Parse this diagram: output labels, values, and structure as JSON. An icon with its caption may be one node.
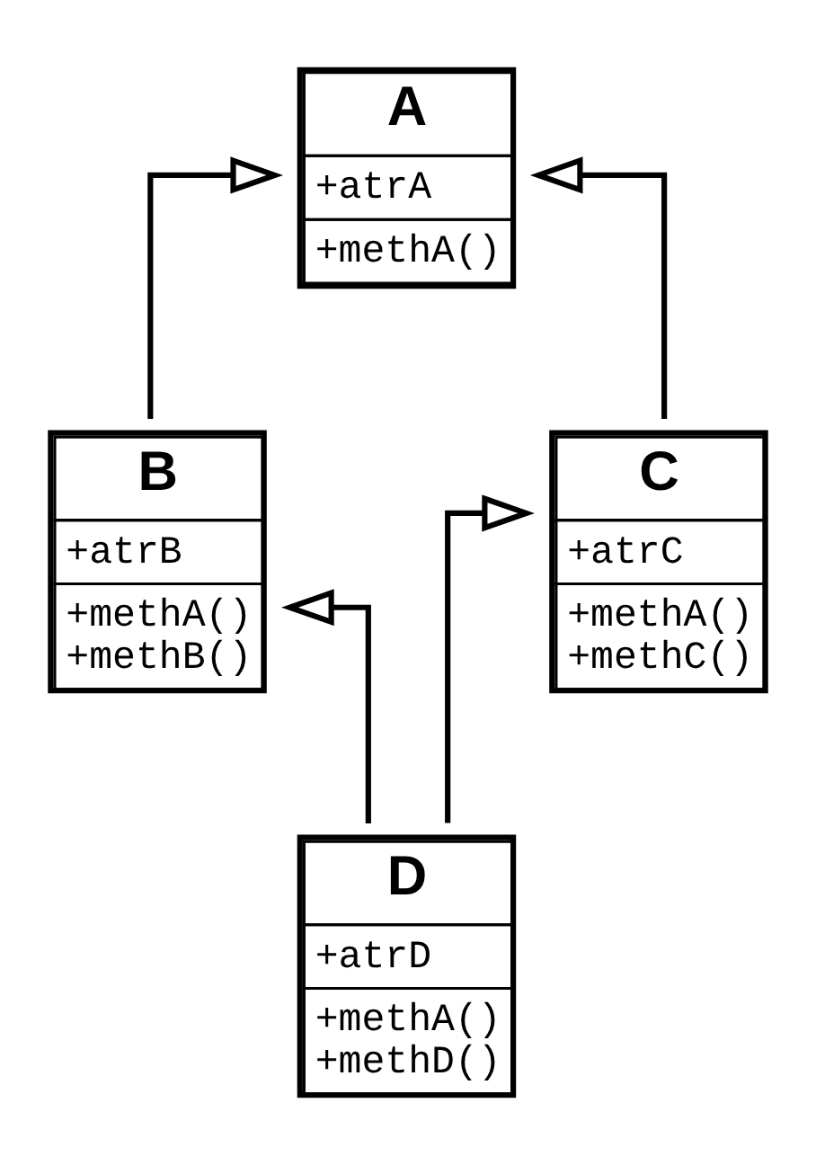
{
  "diagram": {
    "nodes": [
      {
        "text": [
          "A",
          "+atrA",
          "+methA()"
        ]
      },
      {
        "text": [
          "B",
          "+atrB",
          "+methA() +methB()"
        ]
      },
      {
        "text": [
          "C",
          "+atrC",
          "+methA() +methC()"
        ]
      },
      {
        "text": [
          "D",
          "+atrD",
          "+methA() +methD()"
        ]
      }
    ],
    "edges": [
      {
        "from": 1,
        "to": 0,
        "arrow": "to"
      },
      {
        "from": 2,
        "to": 0,
        "arrow": "to"
      },
      {
        "from": 3,
        "to": 1,
        "arrow": "to"
      },
      {
        "from": 3,
        "to": 2,
        "arrow": "to"
      }
    ]
  }
}
